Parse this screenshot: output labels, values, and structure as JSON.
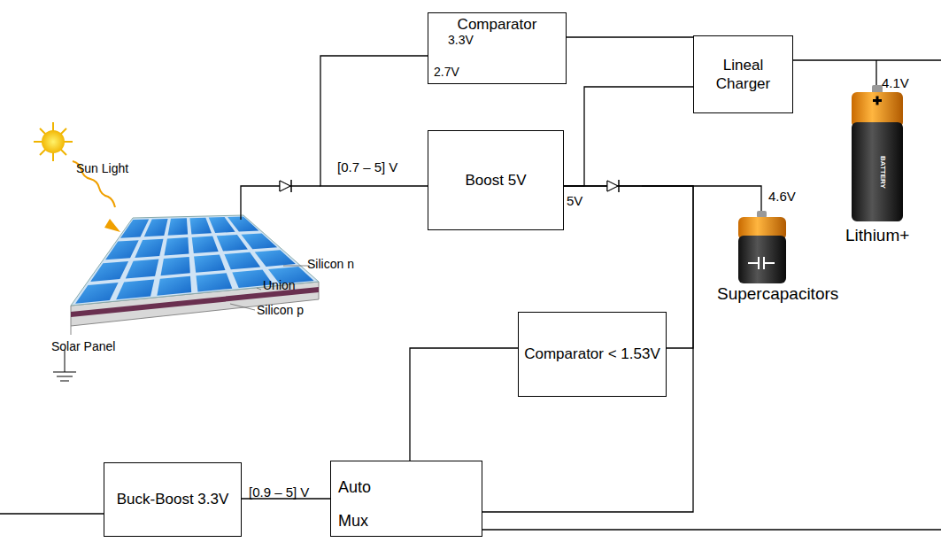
{
  "diagram": {
    "nodes": [
      {
        "text": [
          "Comparator",
          "3.3V",
          "2.7V"
        ]
      },
      {
        "text": [
          "Lineal Charger"
        ]
      },
      {
        "text": [
          "Boost 5V"
        ]
      },
      {
        "text": [
          "Comparator < 1.53V"
        ]
      },
      {
        "text": [
          "Buck-Boost 3.3V"
        ]
      },
      {
        "text": [
          "Auto",
          "Mux"
        ]
      }
    ],
    "edges": [
      {
        "from": 0,
        "to": 1,
        "arrow": "none"
      },
      {
        "from": 0,
        "to": 2,
        "arrow": "none"
      },
      {
        "from": 2,
        "to": 1,
        "arrow": "none"
      },
      {
        "from": 2,
        "to": 3,
        "arrow": "none"
      },
      {
        "from": 2,
        "to": 5,
        "arrow": "none"
      },
      {
        "from": 3,
        "to": 5,
        "arrow": "none"
      },
      {
        "from": 5,
        "to": 4,
        "arrow": "none"
      }
    ],
    "labels": [
      "Sun Light",
      "Silicon n",
      "Union",
      "Silicon p",
      "Solar Panel",
      "[0.7 – 5] V",
      "5V",
      "4.6V",
      "4.1V",
      "BATTERY",
      "Lithium+",
      "Supercapacitors",
      "[0.9 – 5] V"
    ]
  }
}
